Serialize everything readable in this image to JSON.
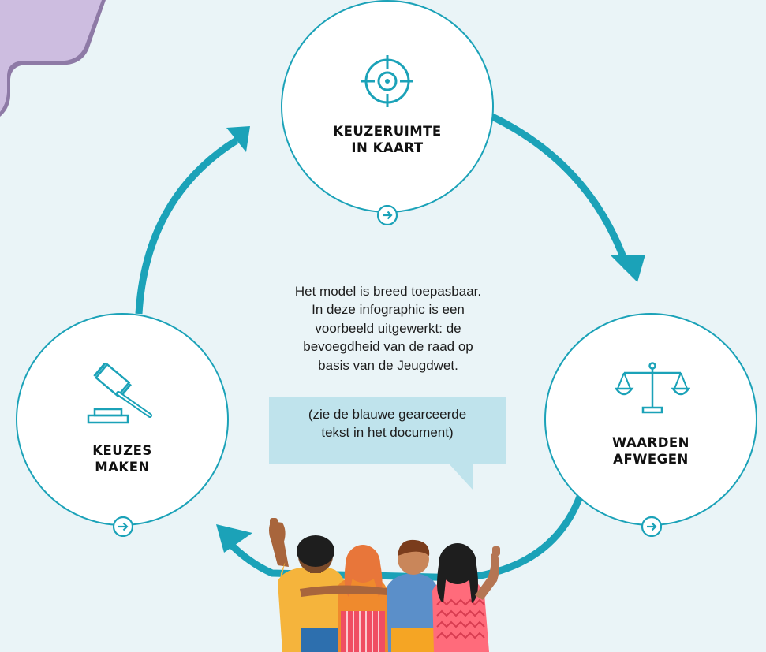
{
  "diagram": {
    "nodes": [
      {
        "id": "keuzeruimte",
        "label_lines": [
          "KEUZERUIMTE",
          "IN KAART"
        ],
        "icon": "target-crosshair-icon"
      },
      {
        "id": "waarden",
        "label_lines": [
          "WAARDEN",
          "AFWEGEN"
        ],
        "icon": "balance-scale-icon"
      },
      {
        "id": "keuzes",
        "label_lines": [
          "KEUZES",
          "MAKEN"
        ],
        "icon": "gavel-icon"
      }
    ],
    "center_text_lines": [
      "Het model is breed toepasbaar.",
      "In deze infographic is een",
      "voorbeeld uitgewerkt: de",
      "bevoegdheid van de raad op",
      "basis van de Jeugdwet."
    ],
    "note_lines": [
      "(zie de blauwe gearceerde",
      "tekst in het document)"
    ],
    "illustration": "four-friends-waving-illustration",
    "colors": {
      "background": "#eaf4f7",
      "accent": "#1ba2b8",
      "node_fill": "#ffffff",
      "note_fill": "#bfe3ec",
      "corner_shape": "#cdbde0"
    }
  }
}
